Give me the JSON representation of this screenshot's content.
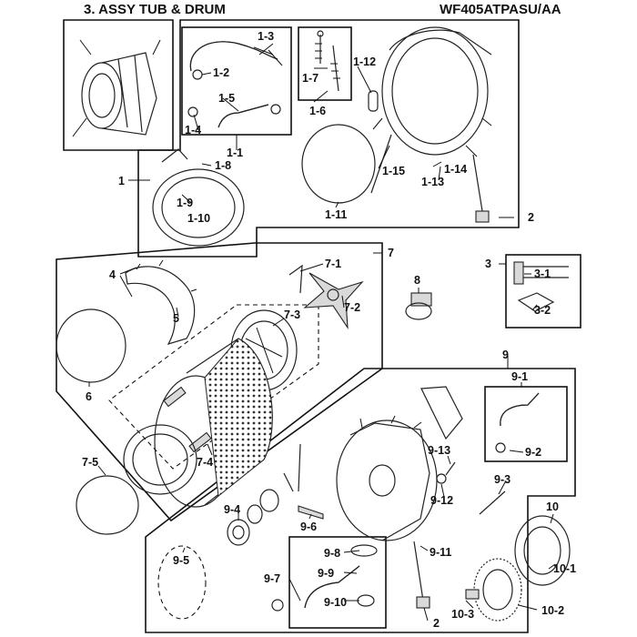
{
  "header": {
    "title": "3. ASSY  TUB & DRUM",
    "model": "WF405ATPASU/AA"
  },
  "callouts": {
    "c1": "1",
    "c1_1": "1-1",
    "c1_2": "1-2",
    "c1_3": "1-3",
    "c1_4": "1-4",
    "c1_5": "1-5",
    "c1_6": "1-6",
    "c1_7": "1-7",
    "c1_8": "1-8",
    "c1_9": "1-9",
    "c1_10": "1-10",
    "c1_11": "1-11",
    "c1_12": "1-12",
    "c1_13": "1-13",
    "c1_14": "1-14",
    "c1_15": "1-15",
    "c2_top": "2",
    "c2_bottom": "2",
    "c3": "3",
    "c3_1": "3-1",
    "c3_2": "3-2",
    "c4": "4",
    "c5": "5",
    "c6": "6",
    "c7": "7",
    "c7_1": "7-1",
    "c7_2": "7-2",
    "c7_3": "7-3",
    "c7_4": "7-4",
    "c7_5": "7-5",
    "c8": "8",
    "c9": "9",
    "c9_1": "9-1",
    "c9_2": "9-2",
    "c9_3": "9-3",
    "c9_4": "9-4",
    "c9_5": "9-5",
    "c9_6": "9-6",
    "c9_7": "9-7",
    "c9_8": "9-8",
    "c9_9": "9-9",
    "c9_10": "9-10",
    "c9_11": "9-11",
    "c9_12": "9-12",
    "c9_13": "9-13",
    "c10": "10",
    "c10_1": "10-1",
    "c10_2": "10-2",
    "c10_3": "10-3"
  }
}
